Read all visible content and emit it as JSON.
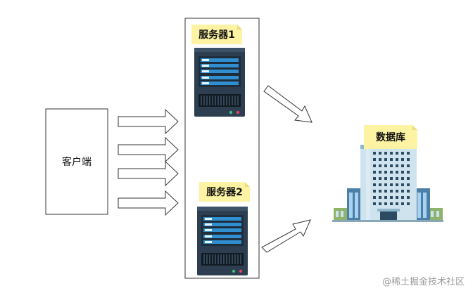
{
  "client": {
    "label": "客户端"
  },
  "servers": [
    {
      "label": "服务器1"
    },
    {
      "label": "服务器2"
    }
  ],
  "database": {
    "label": "数据库"
  },
  "watermark": "@稀土掘金技术社区"
}
